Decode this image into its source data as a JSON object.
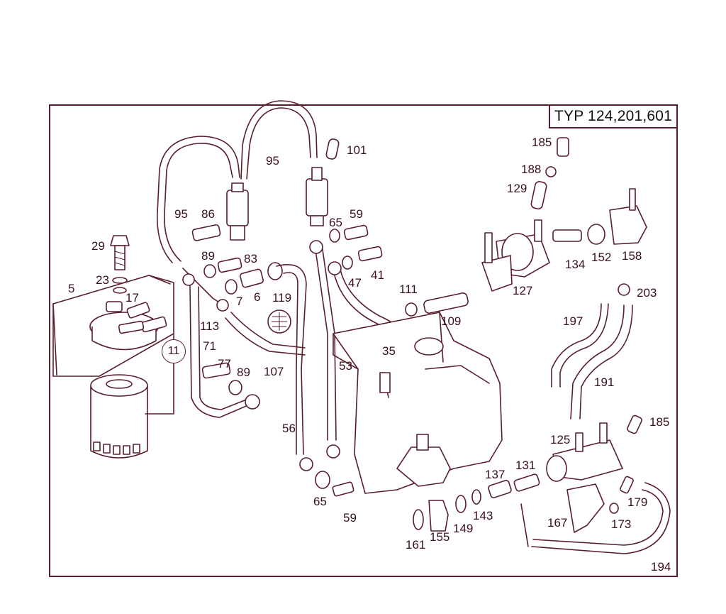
{
  "diagram": {
    "type_label": "TYP 124,201,601",
    "circled_label": "11",
    "colors": {
      "line": "#5a1e2a",
      "text": "#3a1018",
      "background": "#ffffff"
    }
  },
  "labels": {
    "l5": "5",
    "l29": "29",
    "l23": "23",
    "l17": "17",
    "l11b": "11",
    "l95a": "95",
    "l86": "86",
    "l89a": "89",
    "l83": "83",
    "l7": "7",
    "l6": "6",
    "l119": "119",
    "l113": "113",
    "l71": "71",
    "l77": "77",
    "l89b": "89",
    "l107": "107",
    "l95b": "95",
    "l101": "101",
    "l65a": "65",
    "l59a": "59",
    "l47": "47",
    "l41": "41",
    "l111": "111",
    "l109": "109",
    "l35": "35",
    "l53": "53",
    "l56": "56",
    "l65b": "65",
    "l59b": "59",
    "l185a": "185",
    "l188": "188",
    "l129": "129",
    "l127": "127",
    "l134": "134",
    "l152": "152",
    "l158": "158",
    "l203": "203",
    "l197": "197",
    "l191": "191",
    "l185b": "185",
    "l125": "125",
    "l131": "131",
    "l137": "137",
    "l143": "143",
    "l149": "149",
    "l155": "155",
    "l161": "161",
    "l167": "167",
    "l173": "173",
    "l179": "179",
    "l194": "194"
  }
}
